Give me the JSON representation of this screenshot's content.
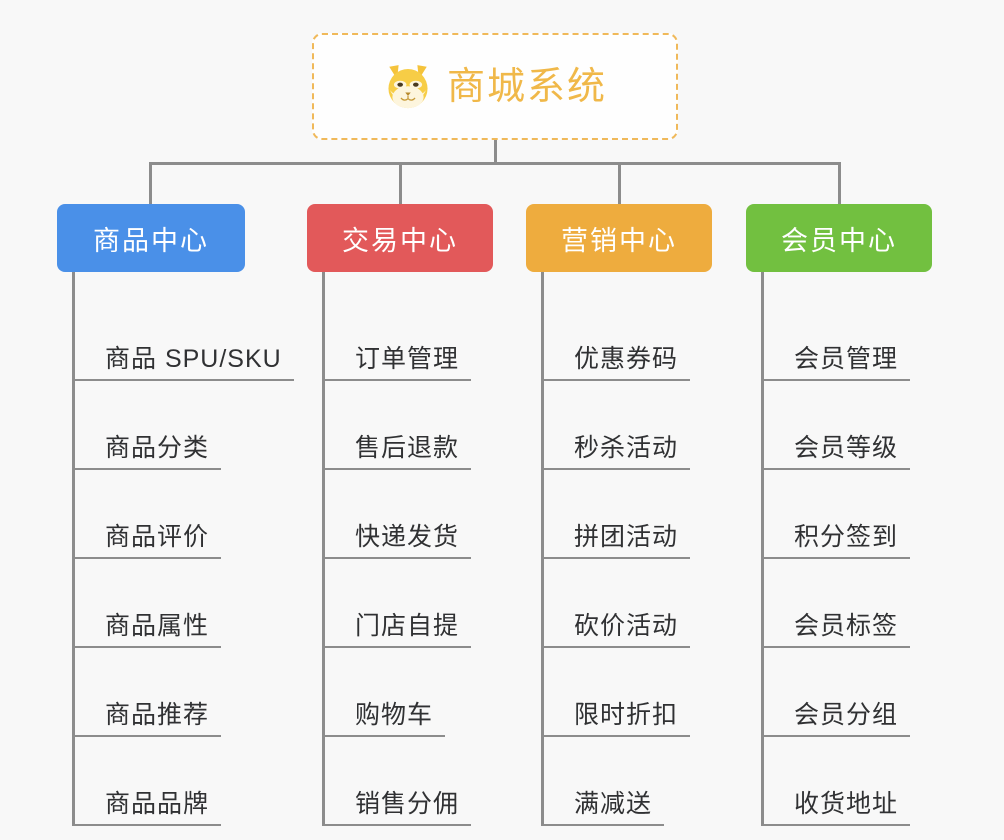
{
  "diagram": {
    "type": "mindmap-tree",
    "background_color": "#f8f8f8",
    "connector_color": "#8c8c8c",
    "root": {
      "title": "商城系统",
      "icon": "shiba-dog-face-icon",
      "text_color": "#f0b849",
      "border_color": "#f0b95a",
      "border_style": "dashed",
      "background_color": "#fefefe"
    },
    "categories": [
      {
        "label": "商品中心",
        "color": "#4a90e8",
        "items": [
          "商品 SPU/SKU",
          "商品分类",
          "商品评价",
          "商品属性",
          "商品推荐",
          "商品品牌"
        ]
      },
      {
        "label": "交易中心",
        "color": "#e2595a",
        "items": [
          "订单管理",
          "售后退款",
          "快递发货",
          "门店自提",
          "购物车",
          "销售分佣"
        ]
      },
      {
        "label": "营销中心",
        "color": "#eeac3e",
        "items": [
          "优惠券码",
          "秒杀活动",
          "拼团活动",
          "砍价活动",
          "限时折扣",
          "满减送"
        ]
      },
      {
        "label": "会员中心",
        "color": "#72c040",
        "items": [
          "会员管理",
          "会员等级",
          "积分签到",
          "会员标签",
          "会员分组",
          "收货地址"
        ]
      }
    ]
  }
}
